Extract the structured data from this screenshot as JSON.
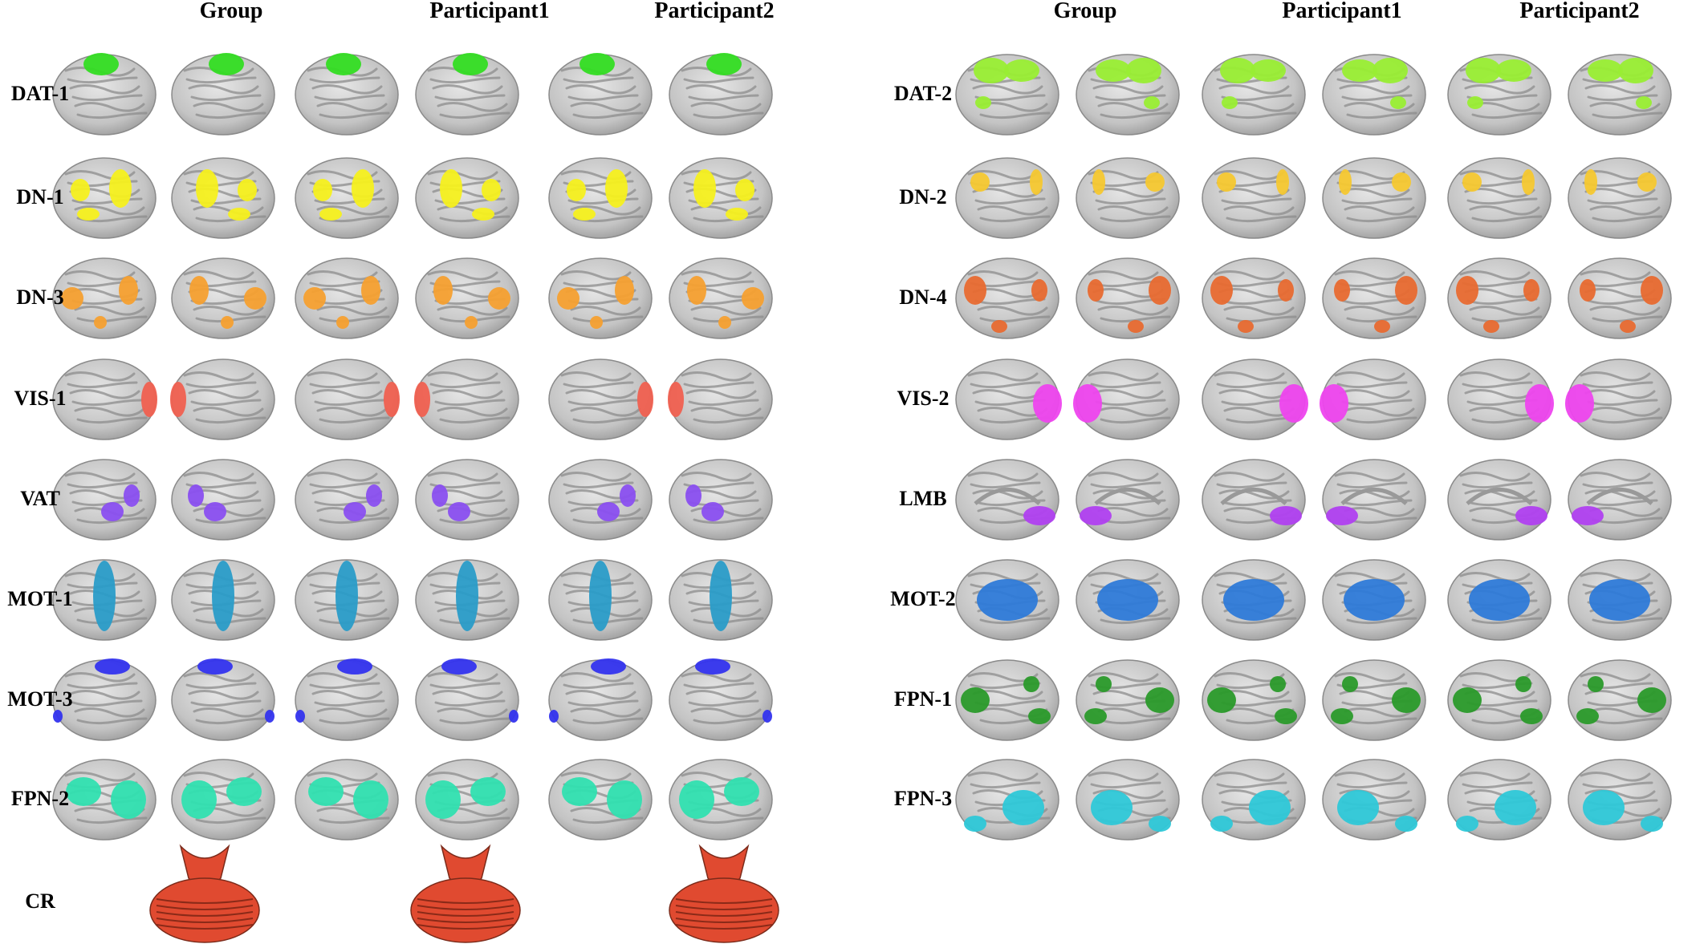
{
  "column_headers": {
    "left": [
      "Group",
      "Participant1",
      "Participant2"
    ],
    "right": [
      "Group",
      "Participant1",
      "Participant2"
    ]
  },
  "left_panel": {
    "rows": [
      {
        "label": "DAT-1",
        "color": "#33dd22",
        "blobs": "dat"
      },
      {
        "label": "DN-1",
        "color": "#f5f01e",
        "blobs": "dn1"
      },
      {
        "label": "DN-3",
        "color": "#f5a030",
        "blobs": "dn3"
      },
      {
        "label": "VIS-1",
        "color": "#f06050",
        "blobs": "vis1"
      },
      {
        "label": "VAT",
        "color": "#8a4ff0",
        "blobs": "vat"
      },
      {
        "label": "MOT-1",
        "color": "#2a9cc8",
        "blobs": "mot1"
      },
      {
        "label": "MOT-3",
        "color": "#3333ee",
        "blobs": "mot3"
      },
      {
        "label": "FPN-2",
        "color": "#30e0b0",
        "blobs": "fpn2"
      },
      {
        "label": "CR",
        "color": "#e04a30",
        "blobs": "cerebellum"
      }
    ]
  },
  "right_panel": {
    "rows": [
      {
        "label": "DAT-2",
        "color": "#99ee33",
        "blobs": "dat2"
      },
      {
        "label": "DN-2",
        "color": "#f5c830",
        "blobs": "dn2"
      },
      {
        "label": "DN-4",
        "color": "#e86a30",
        "blobs": "dn4"
      },
      {
        "label": "VIS-2",
        "color": "#ee44ee",
        "blobs": "vis2"
      },
      {
        "label": "LMB",
        "color": "#b040f0",
        "blobs": "lmb"
      },
      {
        "label": "MOT-2",
        "color": "#2e7ad8",
        "blobs": "mot2"
      },
      {
        "label": "FPN-1",
        "color": "#2a9a2a",
        "blobs": "fpn1"
      },
      {
        "label": "FPN-3",
        "color": "#2ec8d8",
        "blobs": "fpn3"
      }
    ]
  },
  "brain_color": "#c8c8c8"
}
